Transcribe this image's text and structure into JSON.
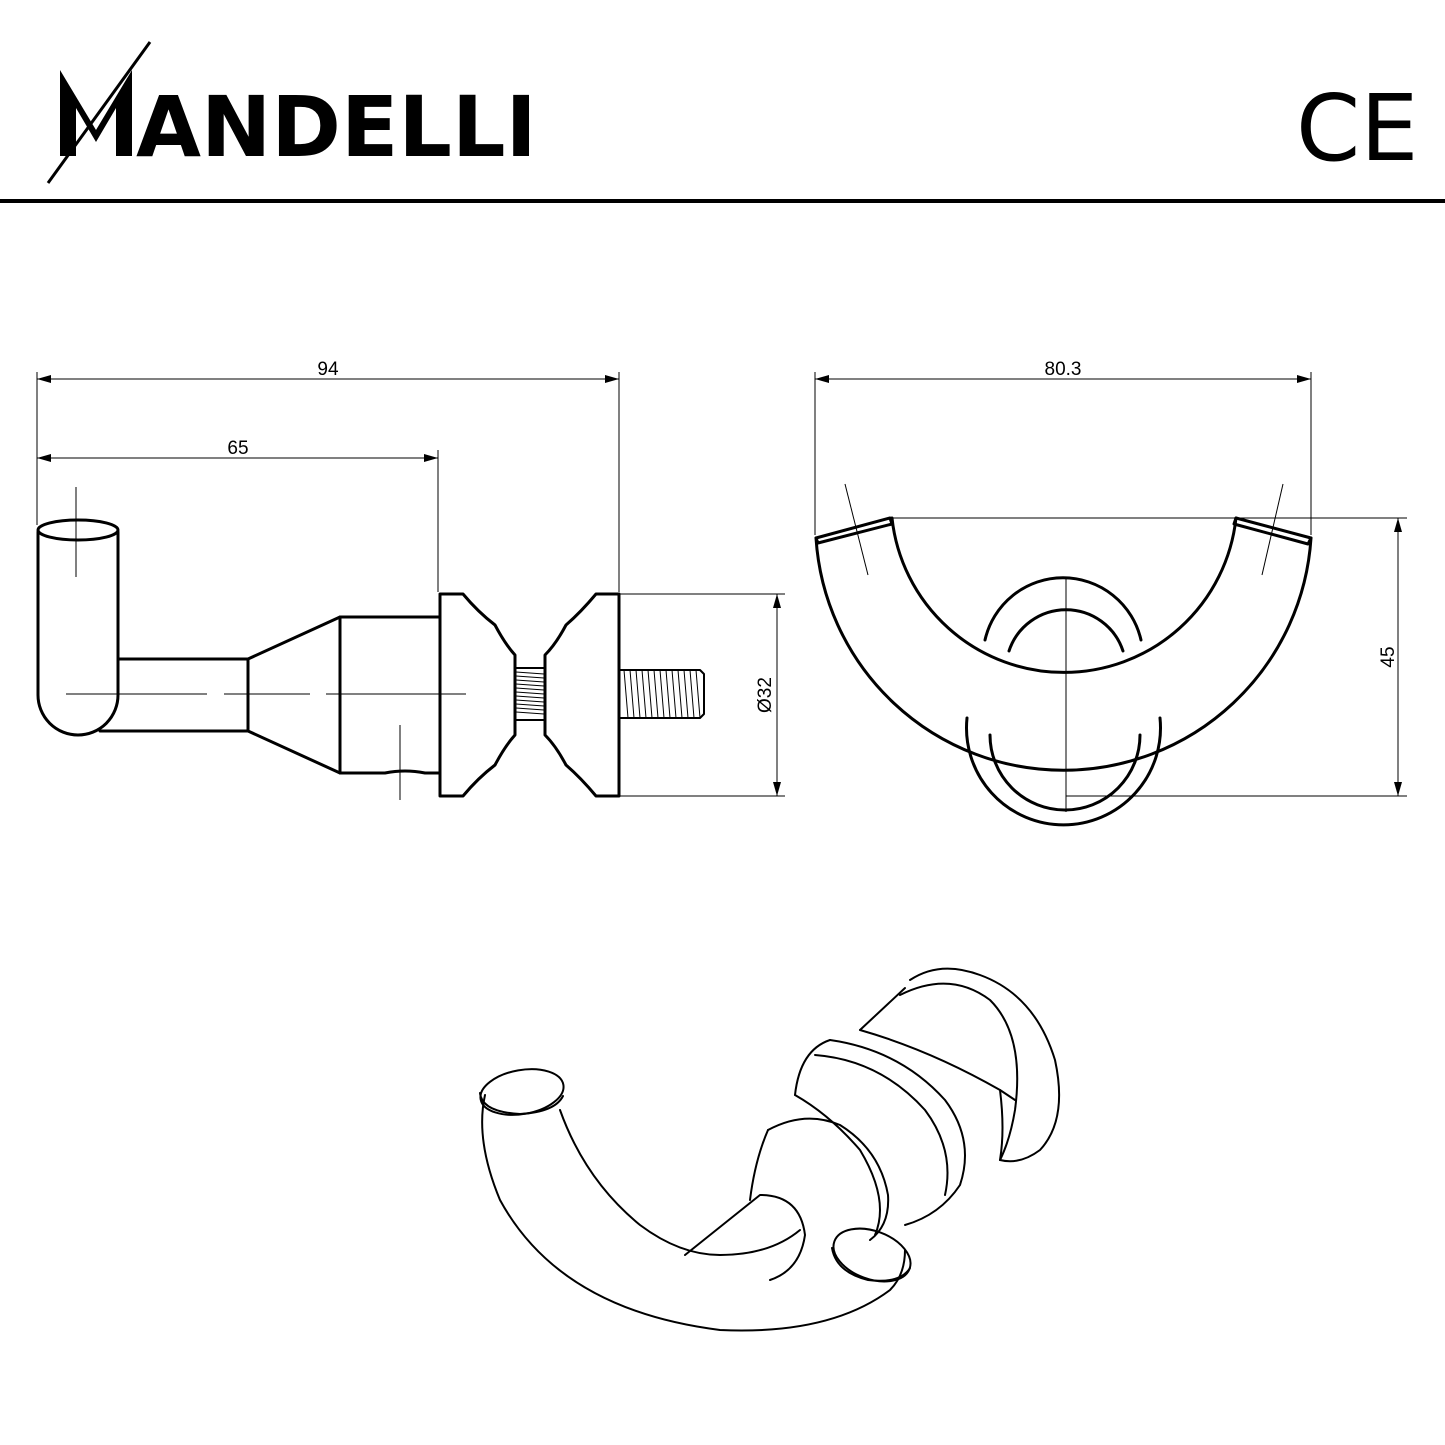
{
  "header": {
    "brand": "MANDELLI",
    "brand_rest": "ANDELLI",
    "certification": "CE"
  },
  "side_view": {
    "dimensions": {
      "overall_length": "94",
      "hook_length": "65",
      "base_diameter": "Ø32"
    }
  },
  "front_view": {
    "dimensions": {
      "width": "80.3",
      "height": "45"
    }
  }
}
